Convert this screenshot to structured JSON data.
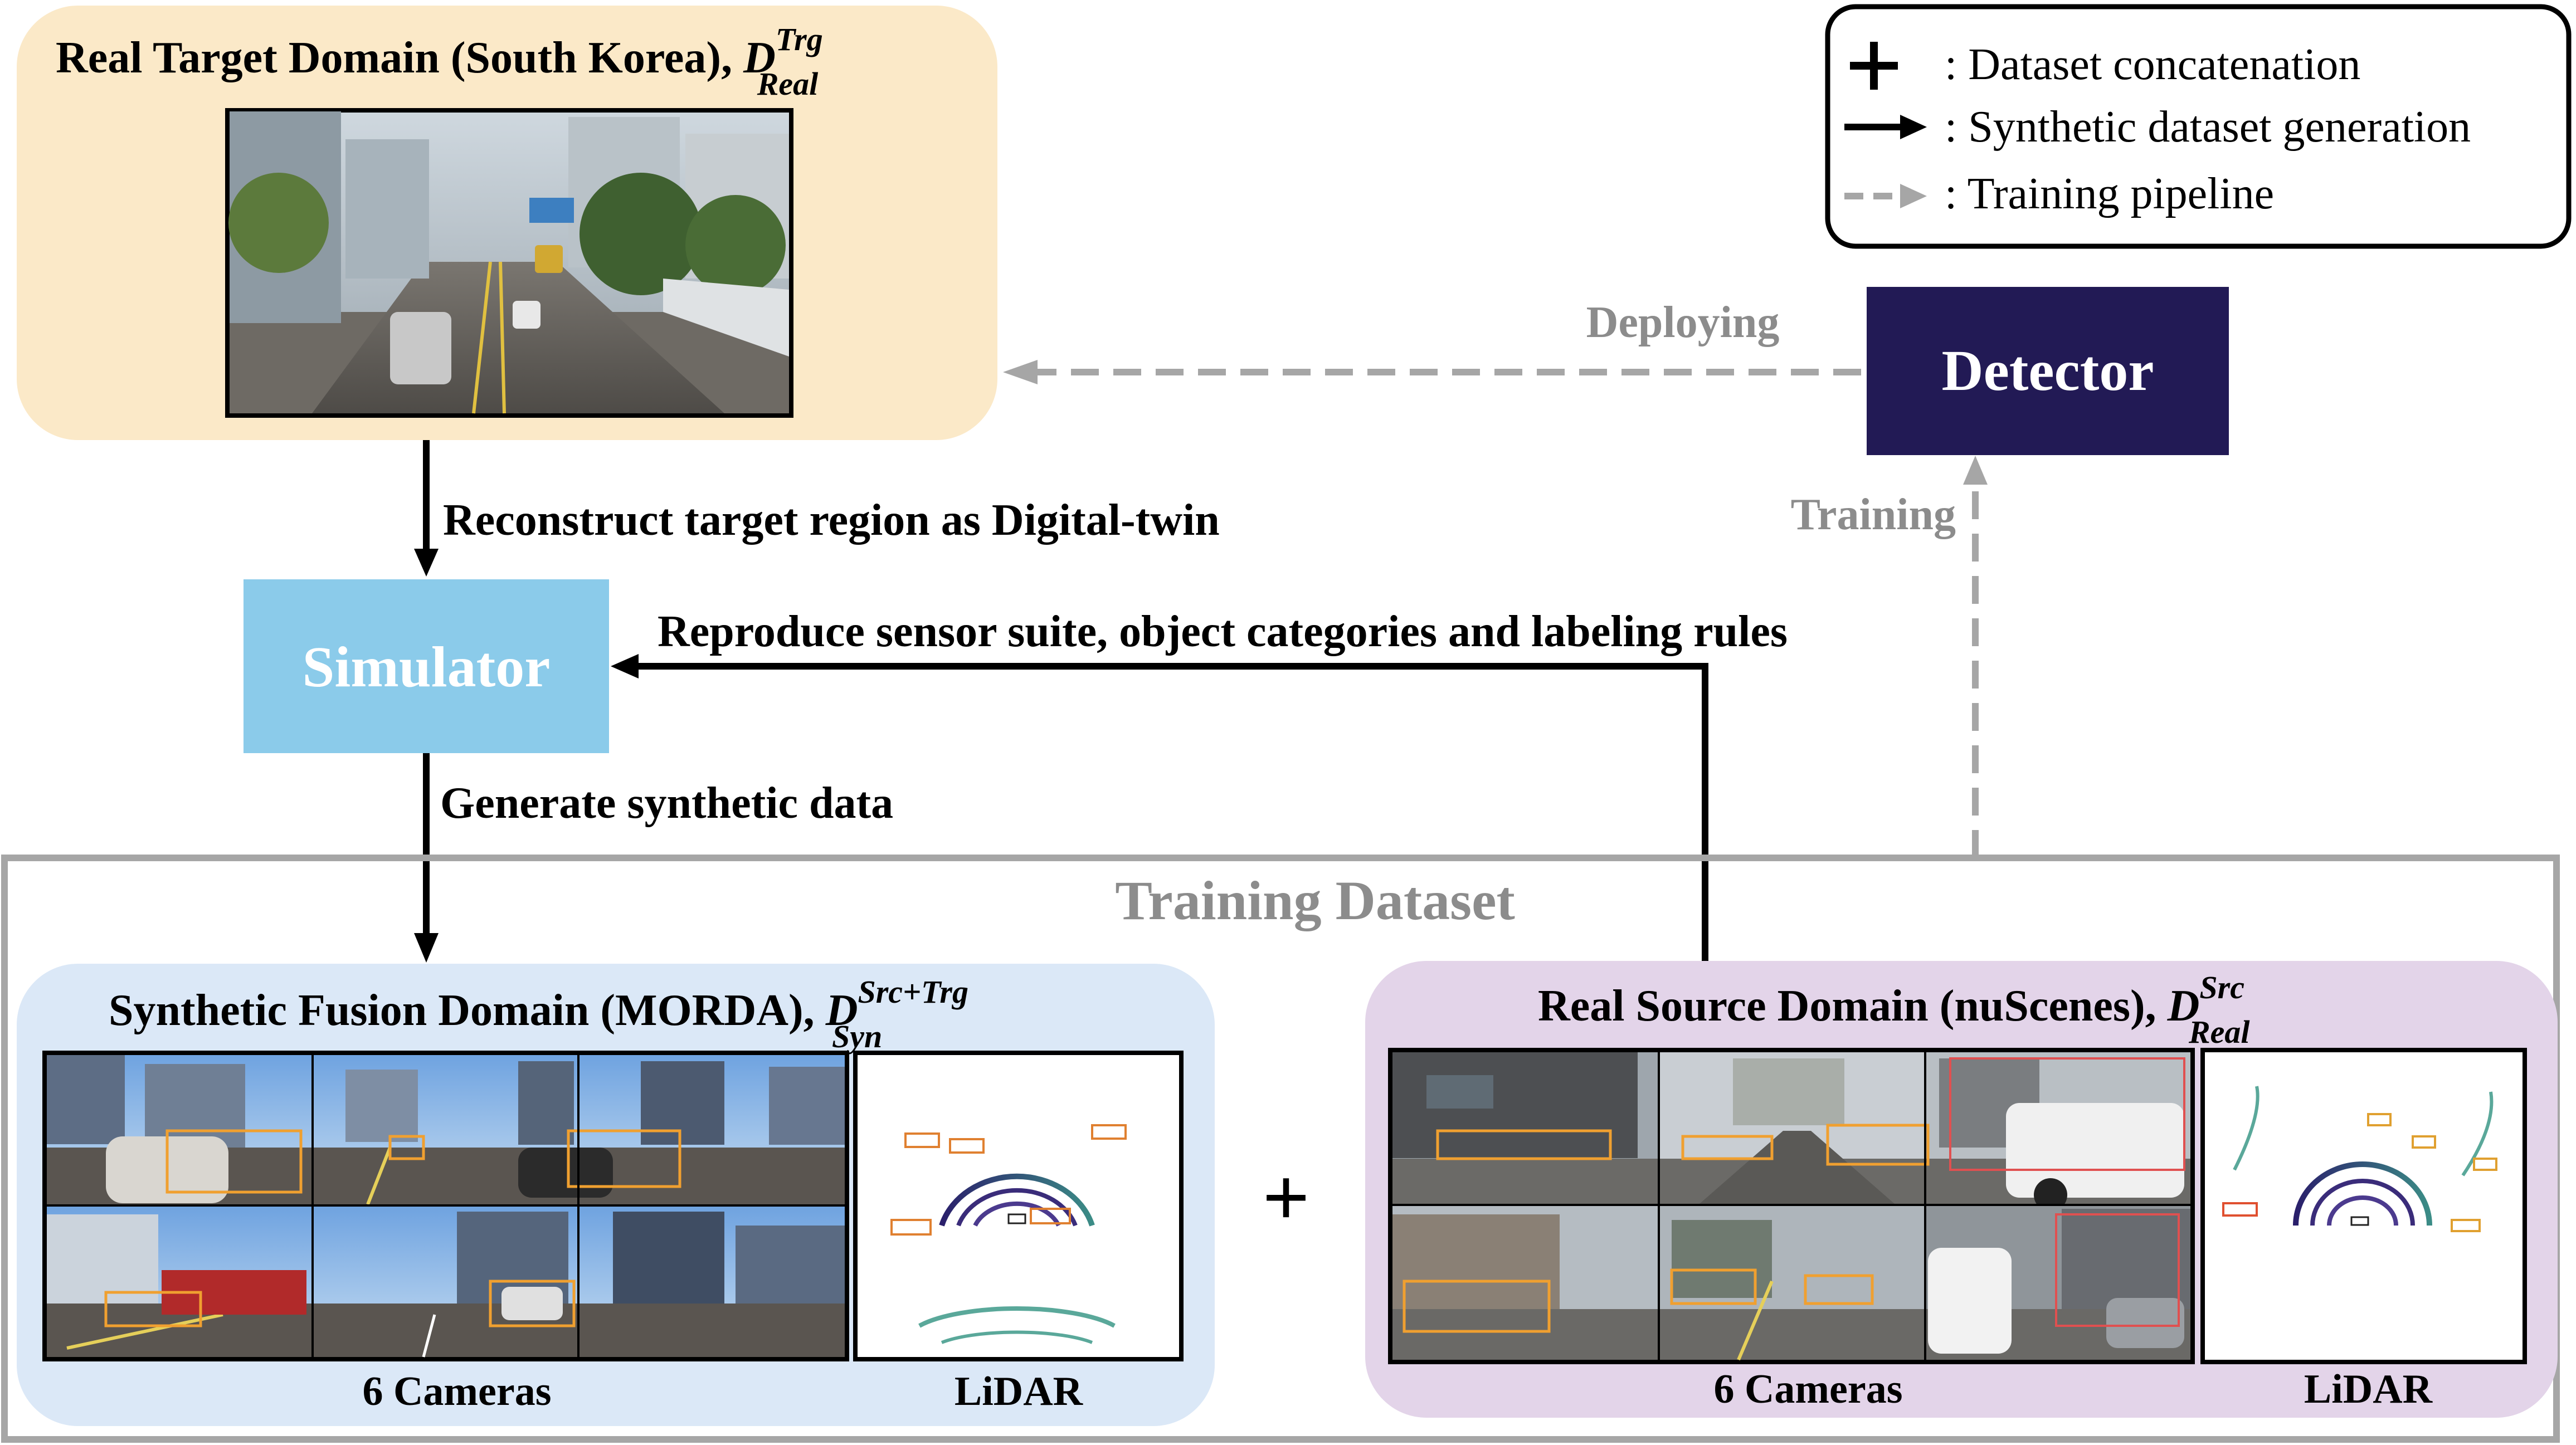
{
  "legend": {
    "items": [
      {
        "symbol": "plus-icon",
        "label": ": Dataset concatenation"
      },
      {
        "symbol": "solid-arrow-icon",
        "label": ": Synthetic dataset generation"
      },
      {
        "symbol": "dashed-arrow-icon",
        "label": ": Training pipeline"
      }
    ]
  },
  "target_domain": {
    "title": "Real Target Domain (South Korea), ",
    "symbol": "D",
    "sup": "Trg",
    "sub": "Real"
  },
  "detector": {
    "label": "Detector"
  },
  "simulator": {
    "label": "Simulator"
  },
  "edges": {
    "deploying": "Deploying",
    "training": "Training",
    "reconstruct": "Reconstruct target region as Digital-twin",
    "reproduce": "Reproduce sensor suite, object categories and labeling rules",
    "generate": "Generate synthetic data"
  },
  "training_dataset": {
    "title": "Training Dataset"
  },
  "synthetic_domain": {
    "title": "Synthetic Fusion Domain (MORDA), ",
    "symbol": "D",
    "sup": "Src+Trg",
    "sub": "Syn",
    "cameras_label": "6 Cameras",
    "lidar_label": "LiDAR"
  },
  "source_domain": {
    "title": "Real Source Domain (nuScenes), ",
    "symbol": "D",
    "sup": "Src",
    "sub": "Real",
    "cameras_label": "6 Cameras",
    "lidar_label": "LiDAR"
  },
  "concat_symbol": "+",
  "colors": {
    "target_bg": "#fbe9c8",
    "synthetic_bg": "#dbe8f7",
    "source_bg": "#e3d4e9",
    "detector_bg": "#221a55",
    "simulator_bg": "#8bcbea",
    "dashed_gray": "#a6a6a6",
    "gray_text": "#8c8c8c"
  }
}
